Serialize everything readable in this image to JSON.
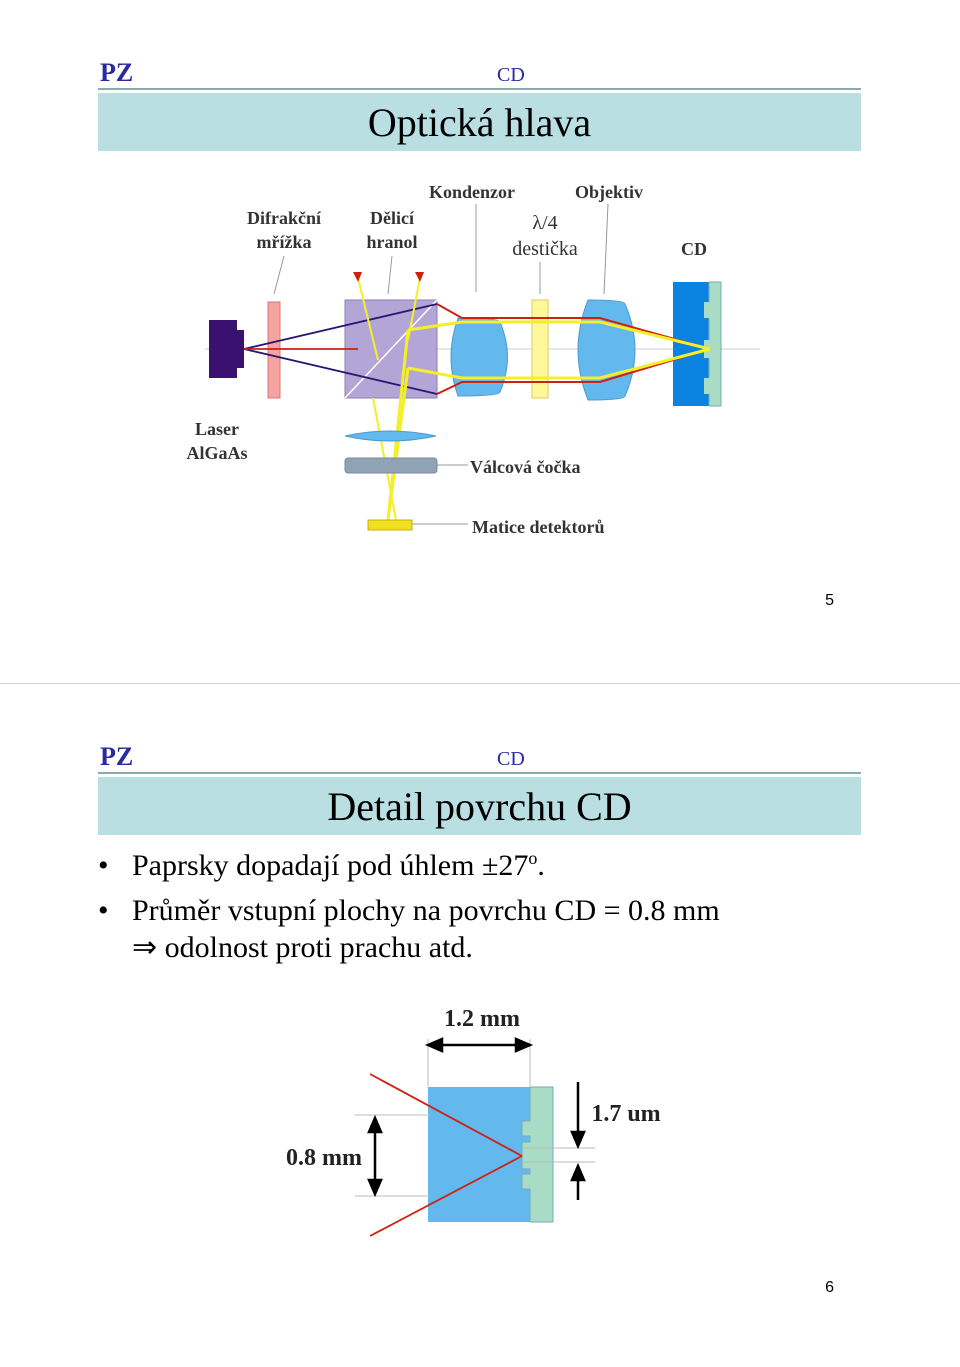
{
  "slide1": {
    "brand": "PZ",
    "topic": "CD",
    "title": "Optická hlava",
    "labels": {
      "grating": [
        "Difrakční",
        "mřížka"
      ],
      "prism": [
        "Dělicí",
        "hranol"
      ],
      "condenser": "Kondenzor",
      "objective": "Objektiv",
      "quarter_wave": [
        "λ/4",
        "destička"
      ],
      "cd": "CD",
      "laser": [
        "Laser",
        "AlGaAs"
      ],
      "cyl_lens": "Válcová čočka",
      "detectors": "Matice detektorů"
    },
    "page": "5"
  },
  "slide2": {
    "brand": "PZ",
    "topic": "CD",
    "title": "Detail povrchu CD",
    "bullets": [
      {
        "text": "Paprsky dopadají pod úhlem ±27",
        "sup": "o",
        "tail": "."
      },
      {
        "text": "Průměr vstupní plochy na povrchu CD = 0.8 mm"
      }
    ],
    "implication": "⇒ odolnost proti prachu atd.",
    "dims": {
      "width": "1.2 mm",
      "spot": "0.8 mm",
      "depth": "1.7 um"
    },
    "page": "6"
  },
  "colors": {
    "brand": "#2b2ba0",
    "title_bg": "#b9dfe2",
    "laser": "#3a1070",
    "prism": "#b3a6d6",
    "lens": "#63b8ee",
    "plate": "#fff79a",
    "cd_body": "#0a84e0",
    "cd_layer": "#a9dcc4",
    "beam_red": "#d02010",
    "beam_yellow": "#f5ef2a"
  }
}
